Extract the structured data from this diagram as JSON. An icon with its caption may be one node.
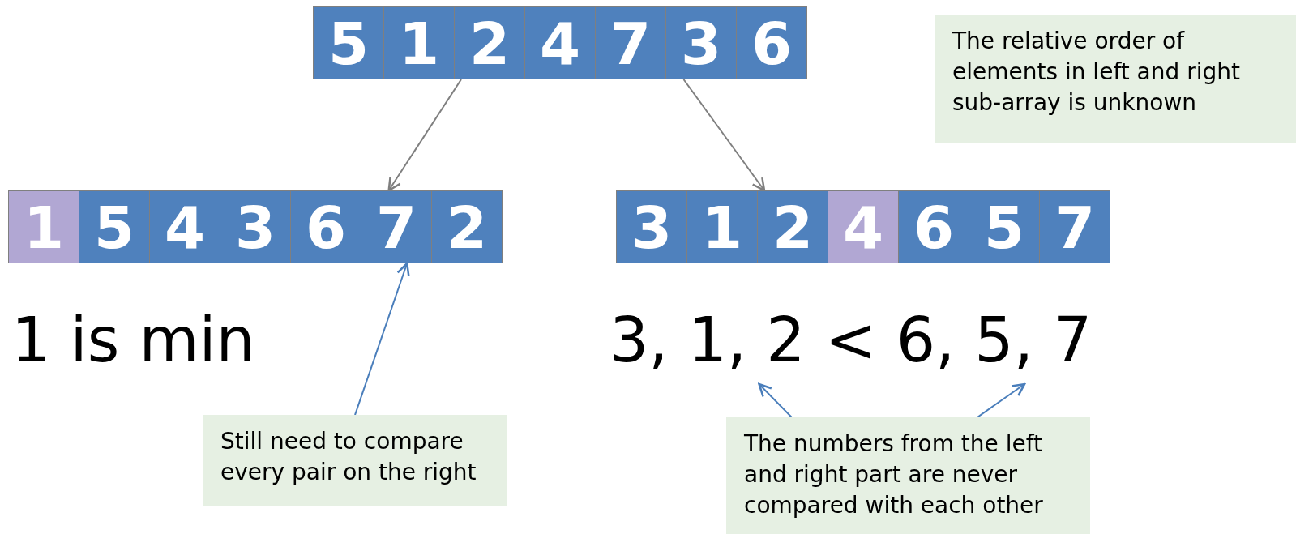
{
  "diagram": {
    "nodes": [
      {
        "text": [],
        "shape": "bar"
      },
      {
        "text": [
          "5"
        ],
        "in": 0
      },
      {
        "text": [
          "1"
        ],
        "in": 0
      },
      {
        "text": [
          "2"
        ],
        "in": 0
      },
      {
        "text": [
          "4"
        ],
        "in": 0
      },
      {
        "text": [
          "7"
        ],
        "in": 0
      },
      {
        "text": [
          "3"
        ],
        "in": 0
      },
      {
        "text": [
          "6"
        ],
        "in": 0
      },
      {
        "text": [],
        "shape": "bar"
      },
      {
        "text": [
          "1"
        ],
        "in": 8
      },
      {
        "text": [
          "5"
        ],
        "in": 8
      },
      {
        "text": [
          "4"
        ],
        "in": 8
      },
      {
        "text": [
          "3"
        ],
        "in": 8
      },
      {
        "text": [
          "6"
        ],
        "in": 8
      },
      {
        "text": [
          "7"
        ],
        "in": 8
      },
      {
        "text": [
          "2"
        ],
        "in": 8
      },
      {
        "text": [],
        "shape": "bar"
      },
      {
        "text": [
          "3"
        ],
        "in": 16
      },
      {
        "text": [
          "1"
        ],
        "in": 16
      },
      {
        "text": [
          "2"
        ],
        "in": 16
      },
      {
        "text": [
          "4"
        ],
        "in": 16
      },
      {
        "text": [
          "6"
        ],
        "in": 16
      },
      {
        "text": [
          "5"
        ],
        "in": 16
      },
      {
        "text": [
          "7"
        ],
        "in": 16
      },
      {
        "text": [
          "The relative order of elements in left and right sub-array is unknown"
        ]
      },
      {
        "text": [
          "3, 1, 2 < 6, 5, 7"
        ]
      },
      {
        "text": [
          "Still need to compare every pair on the right"
        ]
      },
      {
        "text": [
          "The numbers from the left and right part are never compared with each other"
        ]
      }
    ],
    "edges": [
      {
        "from": 0,
        "to": 8,
        "arrow": "to",
        "color": "#7f7f7f"
      },
      {
        "from": 0,
        "to": 16,
        "arrow": "to",
        "color": "#7f7f7f"
      },
      {
        "from": 26,
        "to": 14,
        "arrow": "to"
      },
      {
        "from": 27,
        "to": 25,
        "arrow": "to"
      },
      {
        "from": 27,
        "to": 25,
        "arrow": "to"
      }
    ],
    "labels": [
      "1 is min"
    ]
  }
}
